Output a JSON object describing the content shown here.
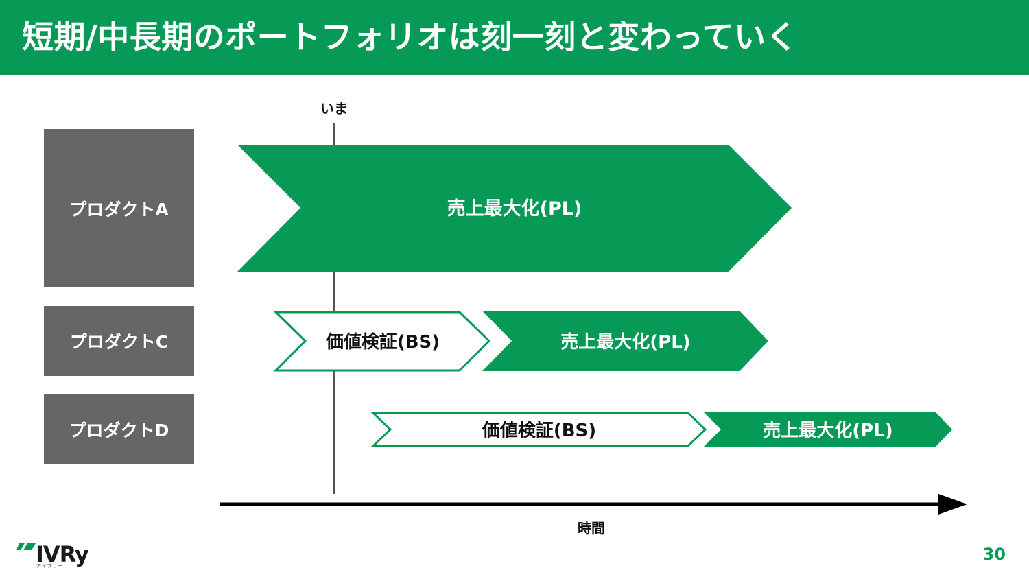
{
  "header": {
    "title": "短期/中長期のポートフォリオは刻一刻と変わっていく"
  },
  "now_label": "いま",
  "axis": {
    "label": "時間"
  },
  "products": [
    {
      "label": "プロダクトA"
    },
    {
      "label": "プロダクトC"
    },
    {
      "label": "プロダクトD"
    }
  ],
  "phases": {
    "a_pl": "売上最大化(PL)",
    "c_bs": "価値検証(BS)",
    "c_pl": "売上最大化(PL)",
    "d_bs": "価値検証(BS)",
    "d_pl": "売上最大化(PL)"
  },
  "logo": {
    "name": "IVRy",
    "sub": "アイブリー"
  },
  "page_number": "30",
  "colors": {
    "brand_green": "#079a57",
    "product_gray": "#666666"
  }
}
